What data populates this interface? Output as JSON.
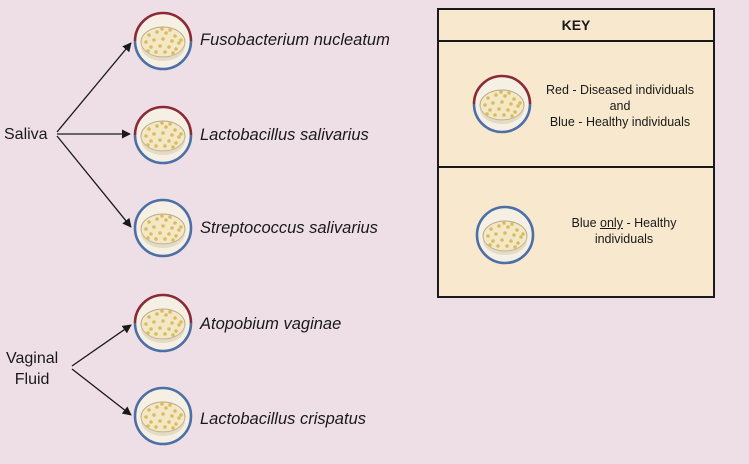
{
  "colors": {
    "background": "#eedfe6",
    "diseased": "#8b2a35",
    "healthy": "#4c6fa7",
    "dish_fill": "#f3e7c6",
    "key_fill": "#f8e8cd"
  },
  "sources": {
    "saliva": "Saliva",
    "vaginal_line1": "Vaginal",
    "vaginal_line2": "Fluid"
  },
  "organisms": [
    {
      "name": "Fusobacterium nucleatum",
      "source": "Saliva",
      "dish": "red-blue"
    },
    {
      "name": "Lactobacillus salivarius",
      "source": "Saliva",
      "dish": "red-blue"
    },
    {
      "name": "Streptococcus salivarius",
      "source": "Saliva",
      "dish": "blue-only"
    },
    {
      "name": "Atopobium vaginae",
      "source": "Vaginal Fluid",
      "dish": "red-blue"
    },
    {
      "name": "Lactobacillus crispatus",
      "source": "Vaginal Fluid",
      "dish": "blue-only"
    }
  ],
  "key": {
    "title": "KEY",
    "red_blue": {
      "line1": "Red - Diseased individuals",
      "line2": "and",
      "line3": "Blue - Healthy individuals"
    },
    "blue_only": {
      "word1": "Blue ",
      "word2": "only",
      "word3": " - Healthy",
      "line2": "individuals"
    }
  }
}
